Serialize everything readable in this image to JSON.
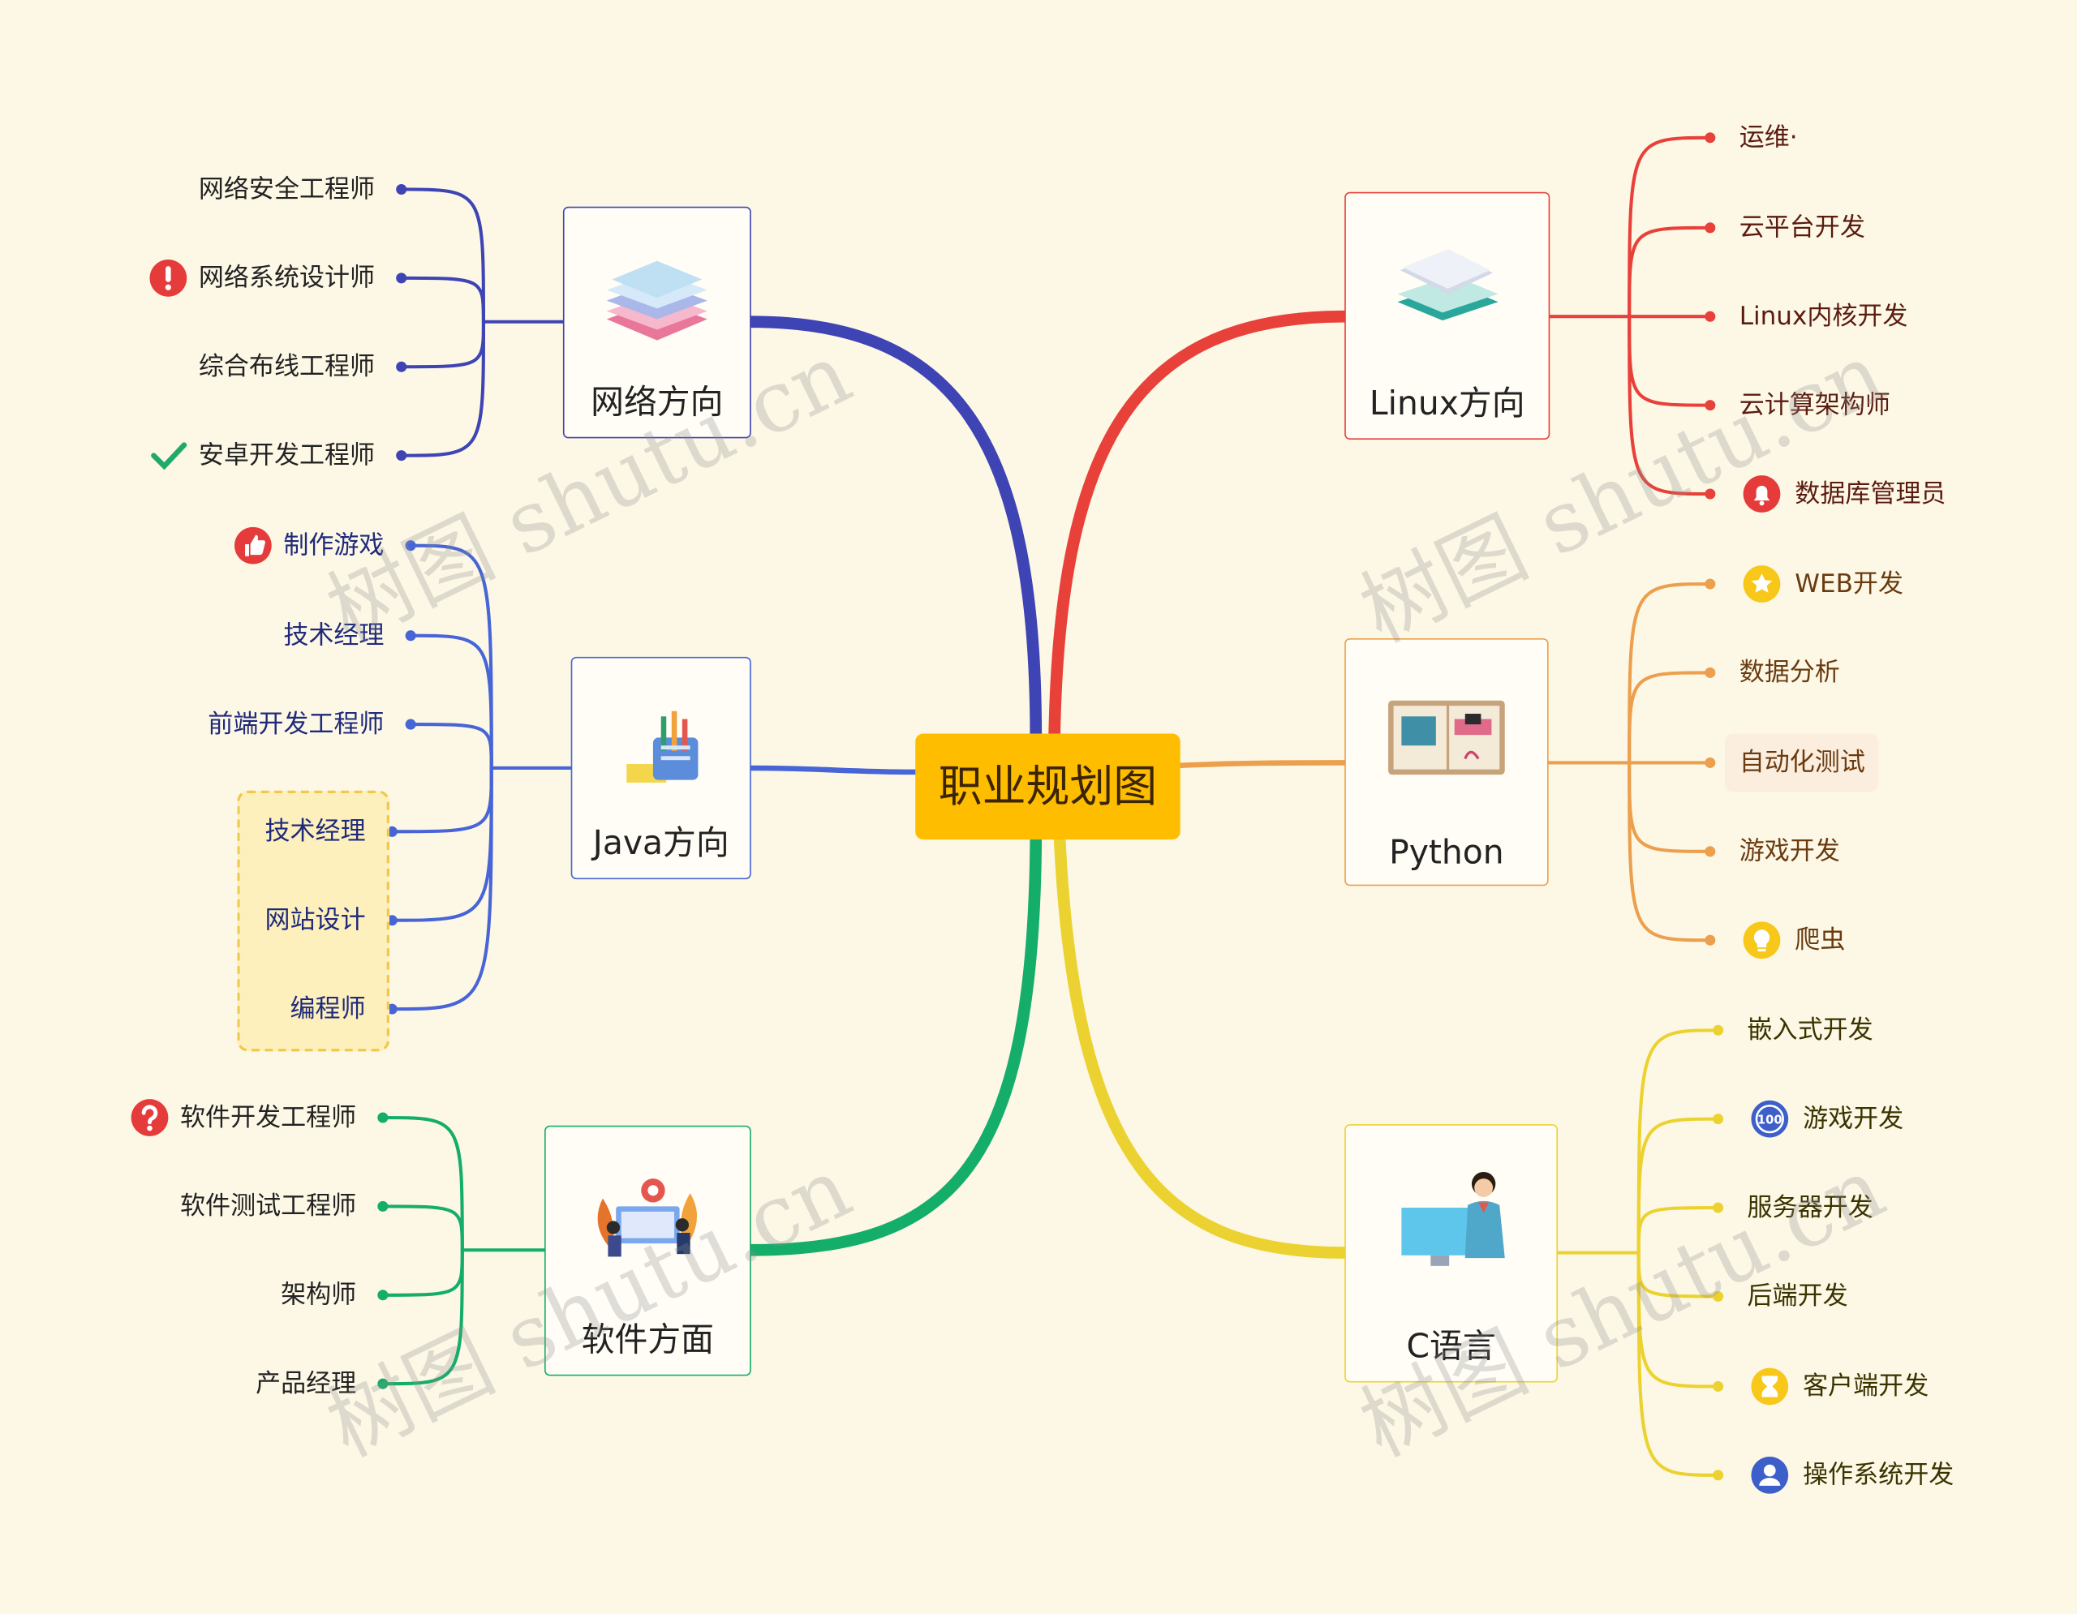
{
  "title": "职业规划图",
  "watermark": "树图 shutu.cn",
  "colors": {
    "center": "#ffbd00",
    "network": "#3f44b4",
    "java": "#4765d6",
    "software": "#15ad6a",
    "linux": "#e8413a",
    "python": "#ec9f4c",
    "c": "#ecd231"
  },
  "branches": {
    "network": {
      "label": "网络方向",
      "icon": "books-icon",
      "leaves": [
        "网络安全工程师",
        "网络系统设计师",
        "综合布线工程师",
        "安卓开发工程师"
      ],
      "markers": [
        "",
        "exclamation-icon",
        "",
        "check-icon"
      ]
    },
    "java": {
      "label": "Java方向",
      "icon": "stationery-icon",
      "leaves": [
        "制作游戏",
        "技术经理",
        "前端开发工程师",
        "技术经理",
        "网站设计",
        "编程师"
      ],
      "markers": [
        "thumbs-up-icon",
        "",
        "",
        "",
        "",
        ""
      ]
    },
    "software": {
      "label": "软件方面",
      "icon": "team-work-icon",
      "leaves": [
        "软件开发工程师",
        "软件测试工程师",
        "架构师",
        "产品经理"
      ],
      "markers": [
        "question-icon",
        "",
        "",
        ""
      ]
    },
    "linux": {
      "label": "Linux方向",
      "icon": "notebook-icon",
      "leaves": [
        "运维·",
        "云平台开发",
        "Linux内核开发",
        "云计算架构师",
        "数据库管理员"
      ],
      "markers": [
        "",
        "",
        "",
        "",
        "bell-icon"
      ]
    },
    "python": {
      "label": "Python",
      "icon": "desk-icon",
      "leaves": [
        "WEB开发",
        "数据分析",
        "自动化测试",
        "游戏开发",
        "爬虫"
      ],
      "markers": [
        "star-icon",
        "",
        "",
        "",
        "bulb-icon"
      ]
    },
    "c": {
      "label": "C语言",
      "icon": "teacher-icon",
      "leaves": [
        "嵌入式开发",
        "游戏开发",
        "服务器开发",
        "后端开发",
        "客户端开发",
        "操作系统开发"
      ],
      "markers": [
        "",
        "badge-100-icon",
        "",
        "",
        "hourglass-icon",
        "user-icon"
      ]
    }
  }
}
